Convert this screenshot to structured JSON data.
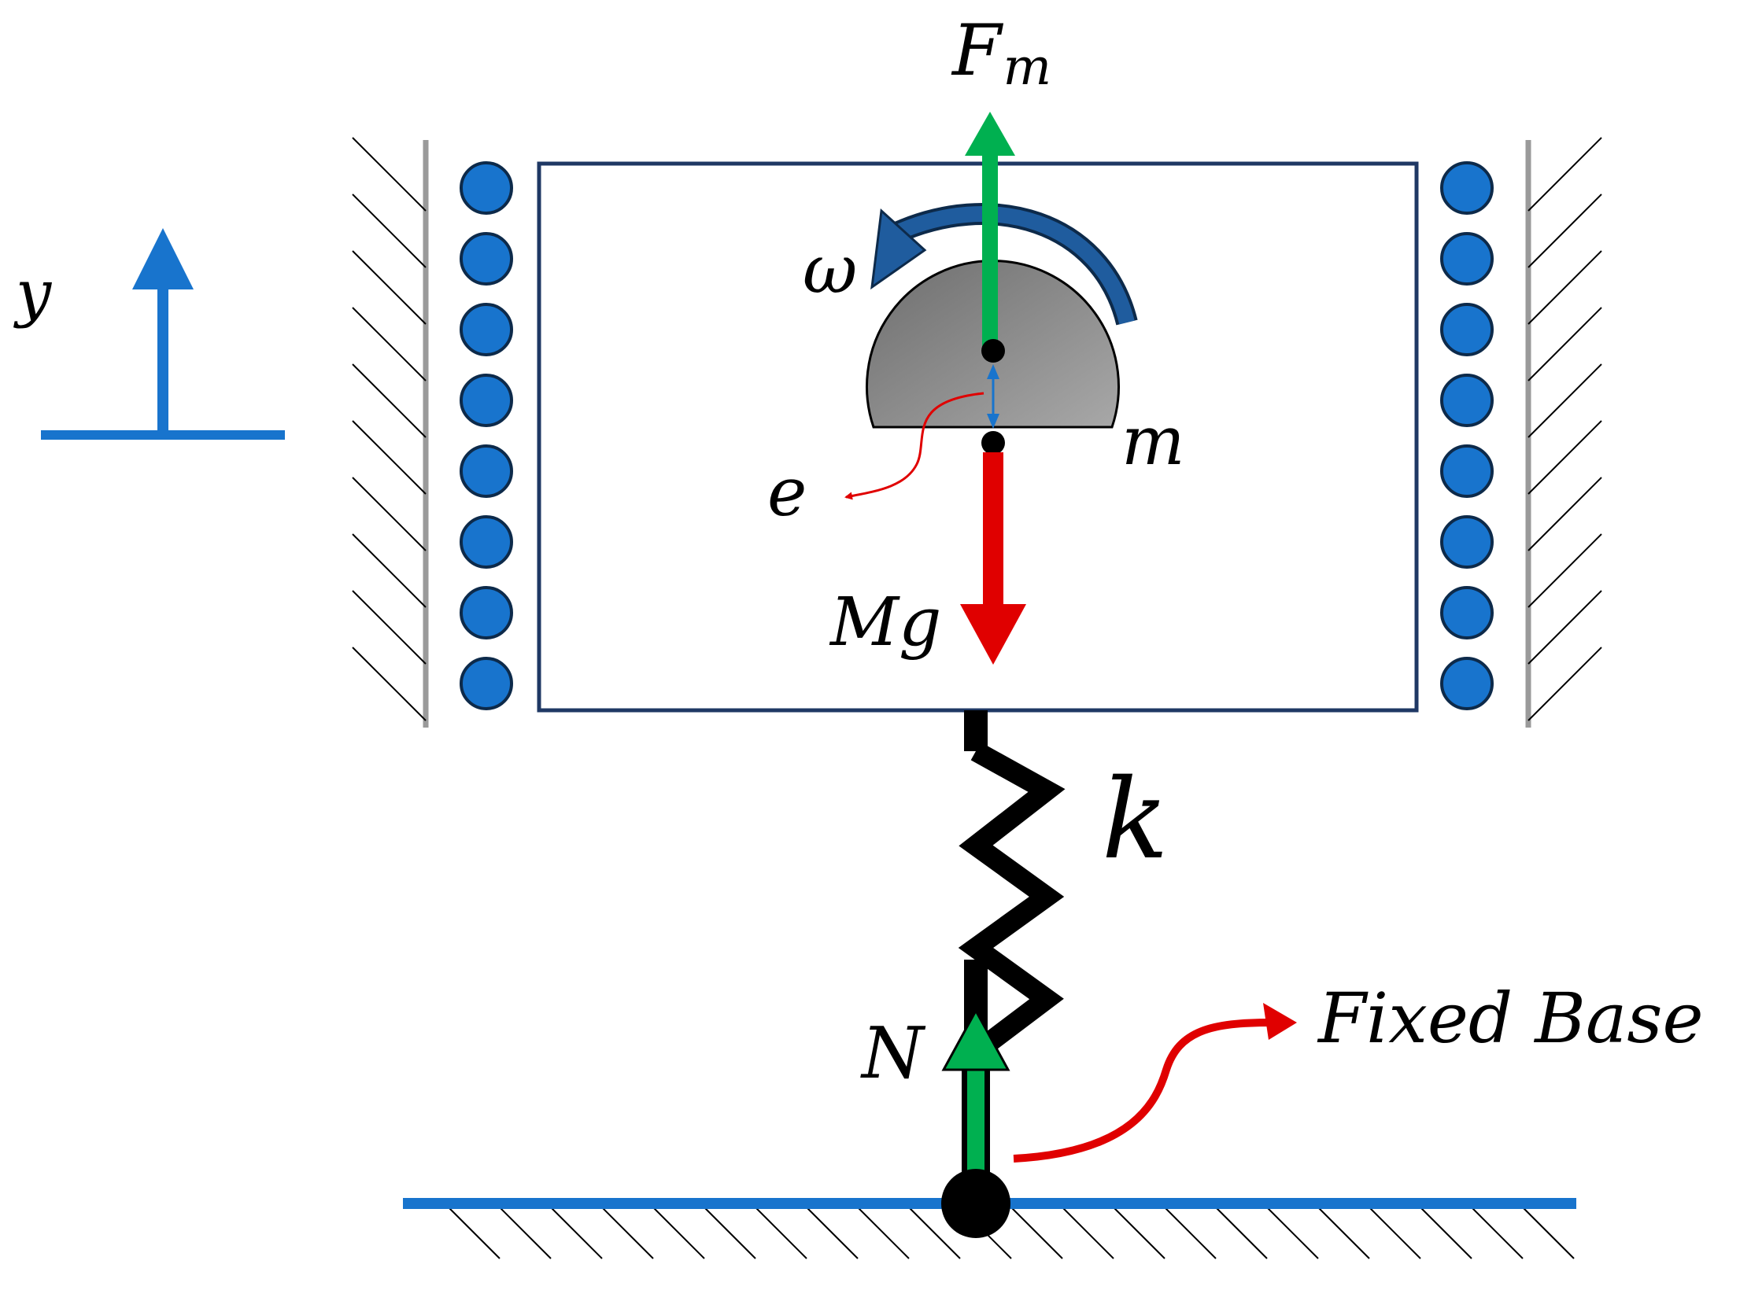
{
  "labels": {
    "y_axis": "y",
    "force_motor": "F",
    "force_motor_sub": "m",
    "angular_velocity": "ω",
    "rotor_mass": "m",
    "eccentricity": "e",
    "weight": "Mg",
    "spring": "k",
    "normal_force": "N",
    "fixed_base": "Fixed Base"
  },
  "colors": {
    "blue": "#1874CD",
    "box_border": "#1F3864",
    "green_arrow": "#00B050",
    "red_arrow": "#E00000",
    "rotor_fill": "#8C8C8C",
    "rotation_arrow": "#1F5C9E",
    "spring": "#000000"
  }
}
